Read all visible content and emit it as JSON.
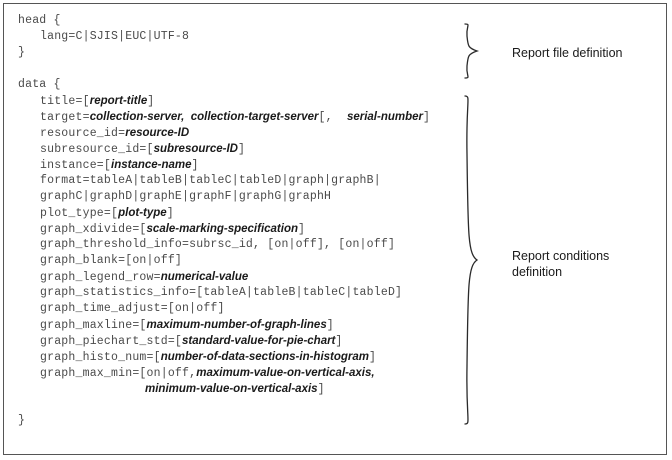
{
  "document": {
    "kind": "syntax-definition-box",
    "text_color": "#4a4a4a",
    "placeholder_color": "#1a1a1a",
    "border_color": "#555555",
    "background": "#ffffff"
  },
  "code": {
    "lines": [
      {
        "id": "head-open",
        "indent": 1,
        "parts": [
          {
            "t": "code",
            "v": "head {"
          }
        ]
      },
      {
        "id": "lang",
        "indent": 2,
        "parts": [
          {
            "t": "code",
            "v": "lang=C|SJIS|EUC|UTF-8"
          }
        ]
      },
      {
        "id": "head-close",
        "indent": 1,
        "parts": [
          {
            "t": "code",
            "v": "}"
          }
        ]
      },
      {
        "id": "blank-1",
        "indent": 1,
        "parts": [
          {
            "t": "code",
            "v": " "
          }
        ]
      },
      {
        "id": "data-open",
        "indent": 1,
        "parts": [
          {
            "t": "code",
            "v": "data {"
          }
        ]
      },
      {
        "id": "title",
        "indent": 2,
        "parts": [
          {
            "t": "code",
            "v": "title=["
          },
          {
            "t": "ph",
            "v": "report-title"
          },
          {
            "t": "code",
            "v": "]"
          }
        ]
      },
      {
        "id": "target",
        "indent": 2,
        "parts": [
          {
            "t": "code",
            "v": "target="
          },
          {
            "t": "ph",
            "v": "collection-server,  collection-target-server"
          },
          {
            "t": "code",
            "v": "[,  "
          },
          {
            "t": "ph",
            "v": "serial-number"
          },
          {
            "t": "code",
            "v": "]"
          }
        ]
      },
      {
        "id": "resource-id",
        "indent": 2,
        "parts": [
          {
            "t": "code",
            "v": "resource_id="
          },
          {
            "t": "ph",
            "v": "resource-ID"
          }
        ]
      },
      {
        "id": "subresource-id",
        "indent": 2,
        "parts": [
          {
            "t": "code",
            "v": "subresource_id=["
          },
          {
            "t": "ph",
            "v": "subresource-ID"
          },
          {
            "t": "code",
            "v": "]"
          }
        ]
      },
      {
        "id": "instance",
        "indent": 2,
        "parts": [
          {
            "t": "code",
            "v": "instance=["
          },
          {
            "t": "ph",
            "v": "instance-name"
          },
          {
            "t": "code",
            "v": "]"
          }
        ]
      },
      {
        "id": "format",
        "indent": 2,
        "parts": [
          {
            "t": "code",
            "v": "format=tableA|tableB|tableC|tableD|graph|graphB|"
          }
        ]
      },
      {
        "id": "format-cont",
        "indent": 2,
        "parts": [
          {
            "t": "code",
            "v": "graphC|graphD|graphE|graphF|graphG|graphH"
          }
        ]
      },
      {
        "id": "plot-type",
        "indent": 2,
        "parts": [
          {
            "t": "code",
            "v": "plot_type=["
          },
          {
            "t": "ph",
            "v": "plot-type"
          },
          {
            "t": "code",
            "v": "]"
          }
        ]
      },
      {
        "id": "graph-xdivide",
        "indent": 2,
        "parts": [
          {
            "t": "code",
            "v": "graph_xdivide=["
          },
          {
            "t": "ph",
            "v": "scale-marking-specification"
          },
          {
            "t": "code",
            "v": "]"
          }
        ]
      },
      {
        "id": "graph-threshold-info",
        "indent": 2,
        "parts": [
          {
            "t": "code",
            "v": "graph_threshold_info=subrsc_id, [on|off], [on|off]"
          }
        ]
      },
      {
        "id": "graph-blank",
        "indent": 2,
        "parts": [
          {
            "t": "code",
            "v": "graph_blank=[on|off]"
          }
        ]
      },
      {
        "id": "graph-legend-row",
        "indent": 2,
        "parts": [
          {
            "t": "code",
            "v": "graph_legend_row="
          },
          {
            "t": "ph",
            "v": "numerical-value"
          }
        ]
      },
      {
        "id": "graph-statistics-info",
        "indent": 2,
        "parts": [
          {
            "t": "code",
            "v": "graph_statistics_info=[tableA|tableB|tableC|tableD]"
          }
        ]
      },
      {
        "id": "graph-time-adjust",
        "indent": 2,
        "parts": [
          {
            "t": "code",
            "v": "graph_time_adjust=[on|off]"
          }
        ]
      },
      {
        "id": "graph-maxline",
        "indent": 2,
        "parts": [
          {
            "t": "code",
            "v": "graph_maxline=["
          },
          {
            "t": "ph",
            "v": "maximum-number-of-graph-lines"
          },
          {
            "t": "code",
            "v": "]"
          }
        ]
      },
      {
        "id": "graph-piechart-std",
        "indent": 2,
        "parts": [
          {
            "t": "code",
            "v": "graph_piechart_std=["
          },
          {
            "t": "ph",
            "v": "standard-value-for-pie-chart"
          },
          {
            "t": "code",
            "v": "]"
          }
        ]
      },
      {
        "id": "graph-histo-num",
        "indent": 2,
        "parts": [
          {
            "t": "code",
            "v": "graph_histo_num=["
          },
          {
            "t": "ph",
            "v": "number-of-data-sections-in-histogram"
          },
          {
            "t": "code",
            "v": "]"
          }
        ]
      },
      {
        "id": "graph-max-min",
        "indent": 2,
        "parts": [
          {
            "t": "code",
            "v": "graph_max_min=[on|off,"
          },
          {
            "t": "ph",
            "v": "maximum-value-on-vertical-axis,"
          }
        ]
      },
      {
        "id": "graph-max-min-cont",
        "indent": 4,
        "parts": [
          {
            "t": "ph",
            "v": "minimum-value-on-vertical-axis"
          },
          {
            "t": "code",
            "v": "]"
          }
        ]
      },
      {
        "id": "blank-2",
        "indent": 1,
        "parts": [
          {
            "t": "code",
            "v": " "
          }
        ]
      },
      {
        "id": "data-close",
        "indent": 1,
        "parts": [
          {
            "t": "code",
            "v": "}"
          }
        ]
      }
    ]
  },
  "annotations": [
    {
      "id": "report-file-definition",
      "label": "Report file definition"
    },
    {
      "id": "report-conditions-definition",
      "label": "Report conditions\ndefinition"
    }
  ]
}
